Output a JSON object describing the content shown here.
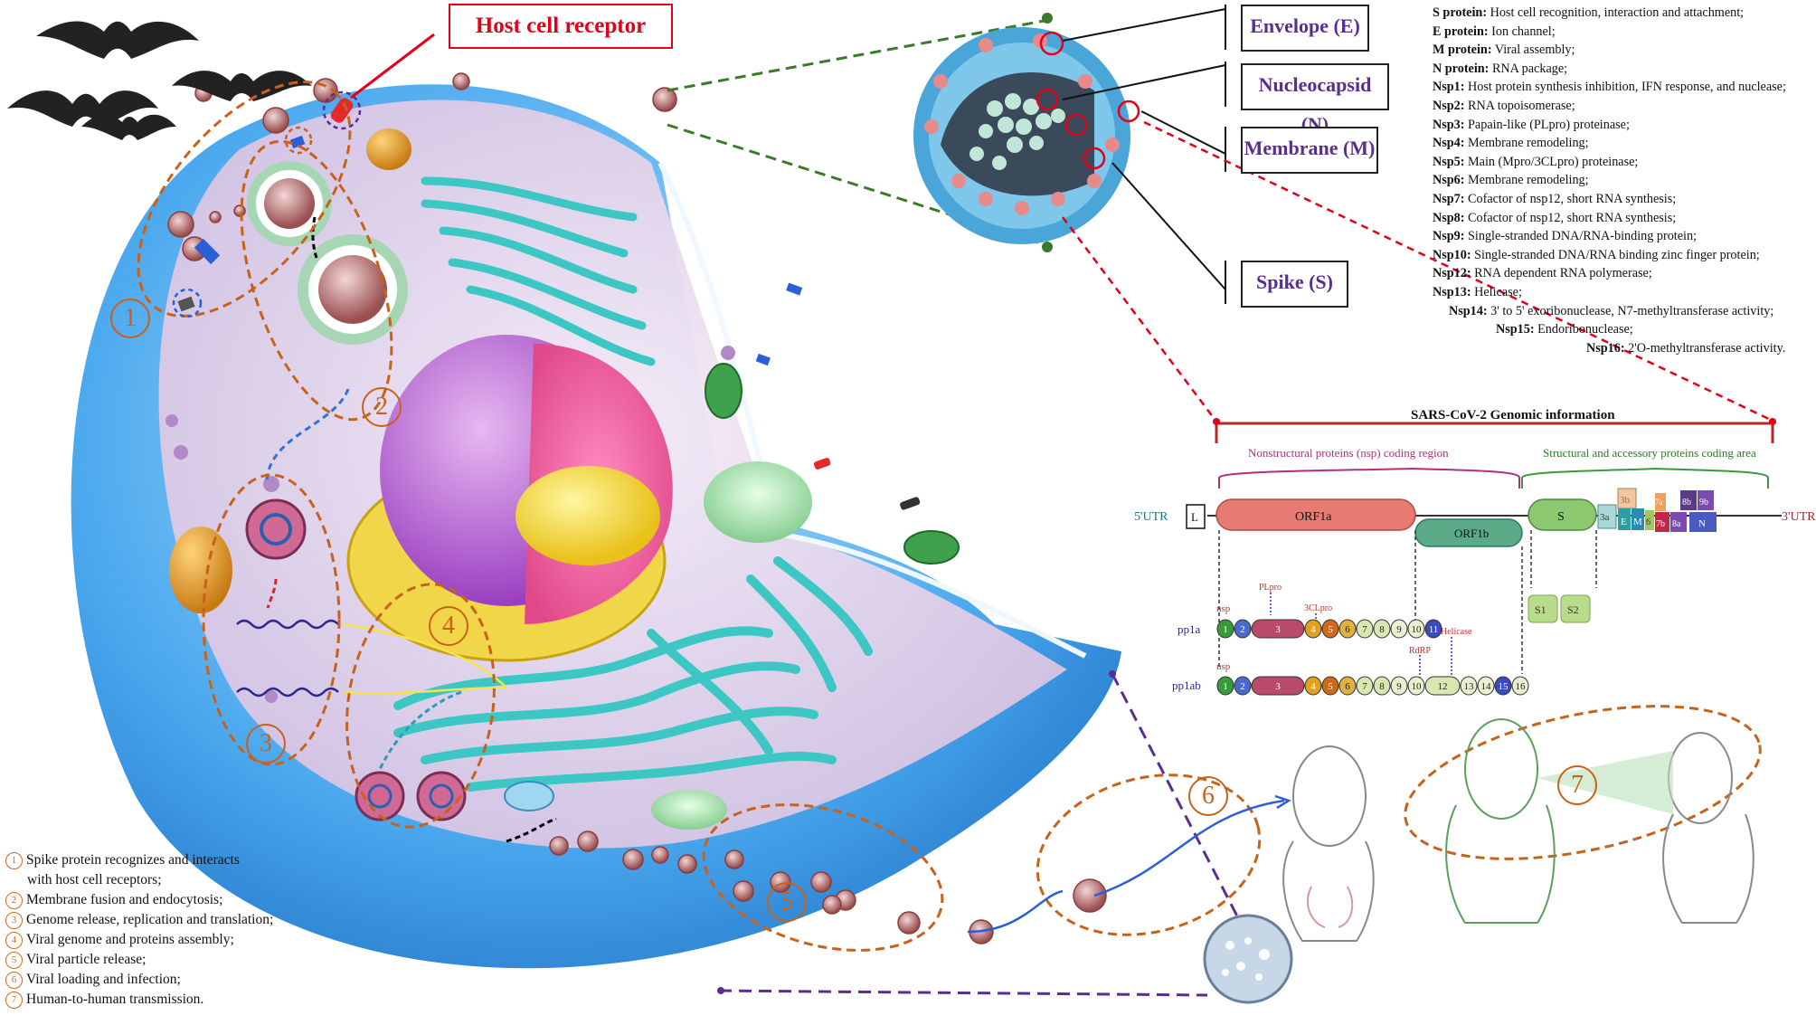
{
  "labels": {
    "host_cell_receptor": "Host cell receptor",
    "envelope": "Envelope (E)",
    "nucleocapsid": "Nucleocapsid (N)",
    "membrane": "Membrane (M)",
    "spike": "Spike (S)"
  },
  "proteins": [
    {
      "name": "S protein:",
      "desc": "Host cell recognition, interaction and attachment;"
    },
    {
      "name": "E protein:",
      "desc": "Ion channel;"
    },
    {
      "name": "M protein:",
      "desc": "Viral assembly;"
    },
    {
      "name": "N protein:",
      "desc": "RNA package;"
    },
    {
      "name": "Nsp1:",
      "desc": "Host protein synthesis inhibition, IFN response, and nuclease;"
    },
    {
      "name": "Nsp2:",
      "desc": "RNA topoisomerase;"
    },
    {
      "name": "Nsp3:",
      "desc": "Papain-like (PLpro) proteinase;"
    },
    {
      "name": "Nsp4:",
      "desc": "Membrane remodeling;"
    },
    {
      "name": "Nsp5:",
      "desc": "Main (Mpro/3CLpro) proteinase;"
    },
    {
      "name": "Nsp6:",
      "desc": "Membrane remodeling;"
    },
    {
      "name": "Nsp7:",
      "desc": "Cofactor of nsp12, short RNA synthesis;"
    },
    {
      "name": "Nsp8:",
      "desc": "Cofactor of nsp12, short RNA synthesis;"
    },
    {
      "name": "Nsp9:",
      "desc": "Single-stranded DNA/RNA-binding protein;"
    },
    {
      "name": "Nsp10:",
      "desc": "Single-stranded DNA/RNA binding zinc finger protein;"
    },
    {
      "name": "Nsp12:",
      "desc": "RNA dependent RNA polymerase;"
    },
    {
      "name": "Nsp13:",
      "desc": "Helicase;"
    },
    {
      "name": "Nsp14:",
      "desc": "3' to 5' exoribonuclease, N7-methyltransferase activity;"
    },
    {
      "name": "Nsp15:",
      "desc": "Endoribonuclease;"
    },
    {
      "name": "Nsp16:",
      "desc": "2'O-methyltransferase activity."
    }
  ],
  "genome": {
    "title": "SARS-CoV-2 Genomic information",
    "nsp_region": "Nonstructural proteins (nsp) coding region",
    "structural_region": "Structural and accessory proteins coding area",
    "utr5": "5'UTR",
    "utr3": "3'UTR",
    "leader": "L",
    "orf1a": "ORF1a",
    "orf1b": "ORF1b",
    "s": "S",
    "s1": "S1",
    "s2": "S2",
    "a3": "3a",
    "b3": "3b",
    "e": "E",
    "m": "M",
    "g6": "6",
    "g7a": "7a",
    "g7b": "7b",
    "g8a": "8a",
    "g8b": "8b",
    "g9b": "9b",
    "n": "N",
    "pp1a": "pp1a",
    "pp1ab": "pp1ab",
    "nsp": "nsp",
    "plpro": "PLpro",
    "clpro": "3CLpro",
    "rdrp": "RdRP",
    "helicase": "Helicase",
    "pp1a_nums": [
      "1",
      "2",
      "3",
      "4",
      "5",
      "6",
      "7",
      "8",
      "9",
      "10",
      "11"
    ],
    "pp1ab_nums": [
      "1",
      "2",
      "3",
      "4",
      "5",
      "6",
      "7",
      "8",
      "9",
      "10",
      "12",
      "13",
      "14",
      "15",
      "16"
    ]
  },
  "steps": [
    "1",
    "2",
    "3",
    "4",
    "5",
    "6",
    "7"
  ],
  "legend": [
    {
      "num": "1",
      "text": "Spike protein recognizes and interacts"
    },
    {
      "num": "",
      "text": "with host cell receptors;"
    },
    {
      "num": "2",
      "text": "Membrane fusion and endocytosis;"
    },
    {
      "num": "3",
      "text": "Genome release, replication and translation;"
    },
    {
      "num": "4",
      "text": "Viral genome and proteins assembly;"
    },
    {
      "num": "5",
      "text": "Viral particle release;"
    },
    {
      "num": "6",
      "text": "Viral loading and infection;"
    },
    {
      "num": "7",
      "text": "Human-to-human transmission."
    }
  ]
}
